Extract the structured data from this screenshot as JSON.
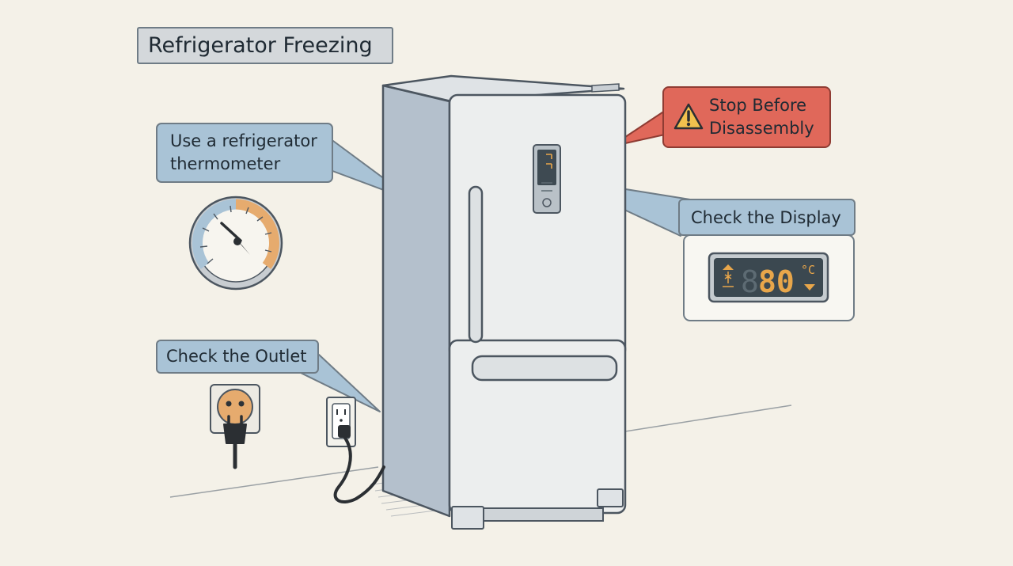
{
  "title": "Refrigerator Freezing",
  "callouts": {
    "thermometer": "Use a refrigerator thermometer",
    "display": "Check the Display",
    "outlet": "Check the Outlet",
    "stop": "Stop Before Disassembly"
  },
  "display_panel": {
    "digits": "80",
    "ghost_digit": "8",
    "unit": "°C"
  },
  "colors": {
    "background": "#f4f1e8",
    "callout_blue": "#a9c3d6",
    "warning_red": "#e0685a",
    "display_digits": "#e8a64a"
  }
}
